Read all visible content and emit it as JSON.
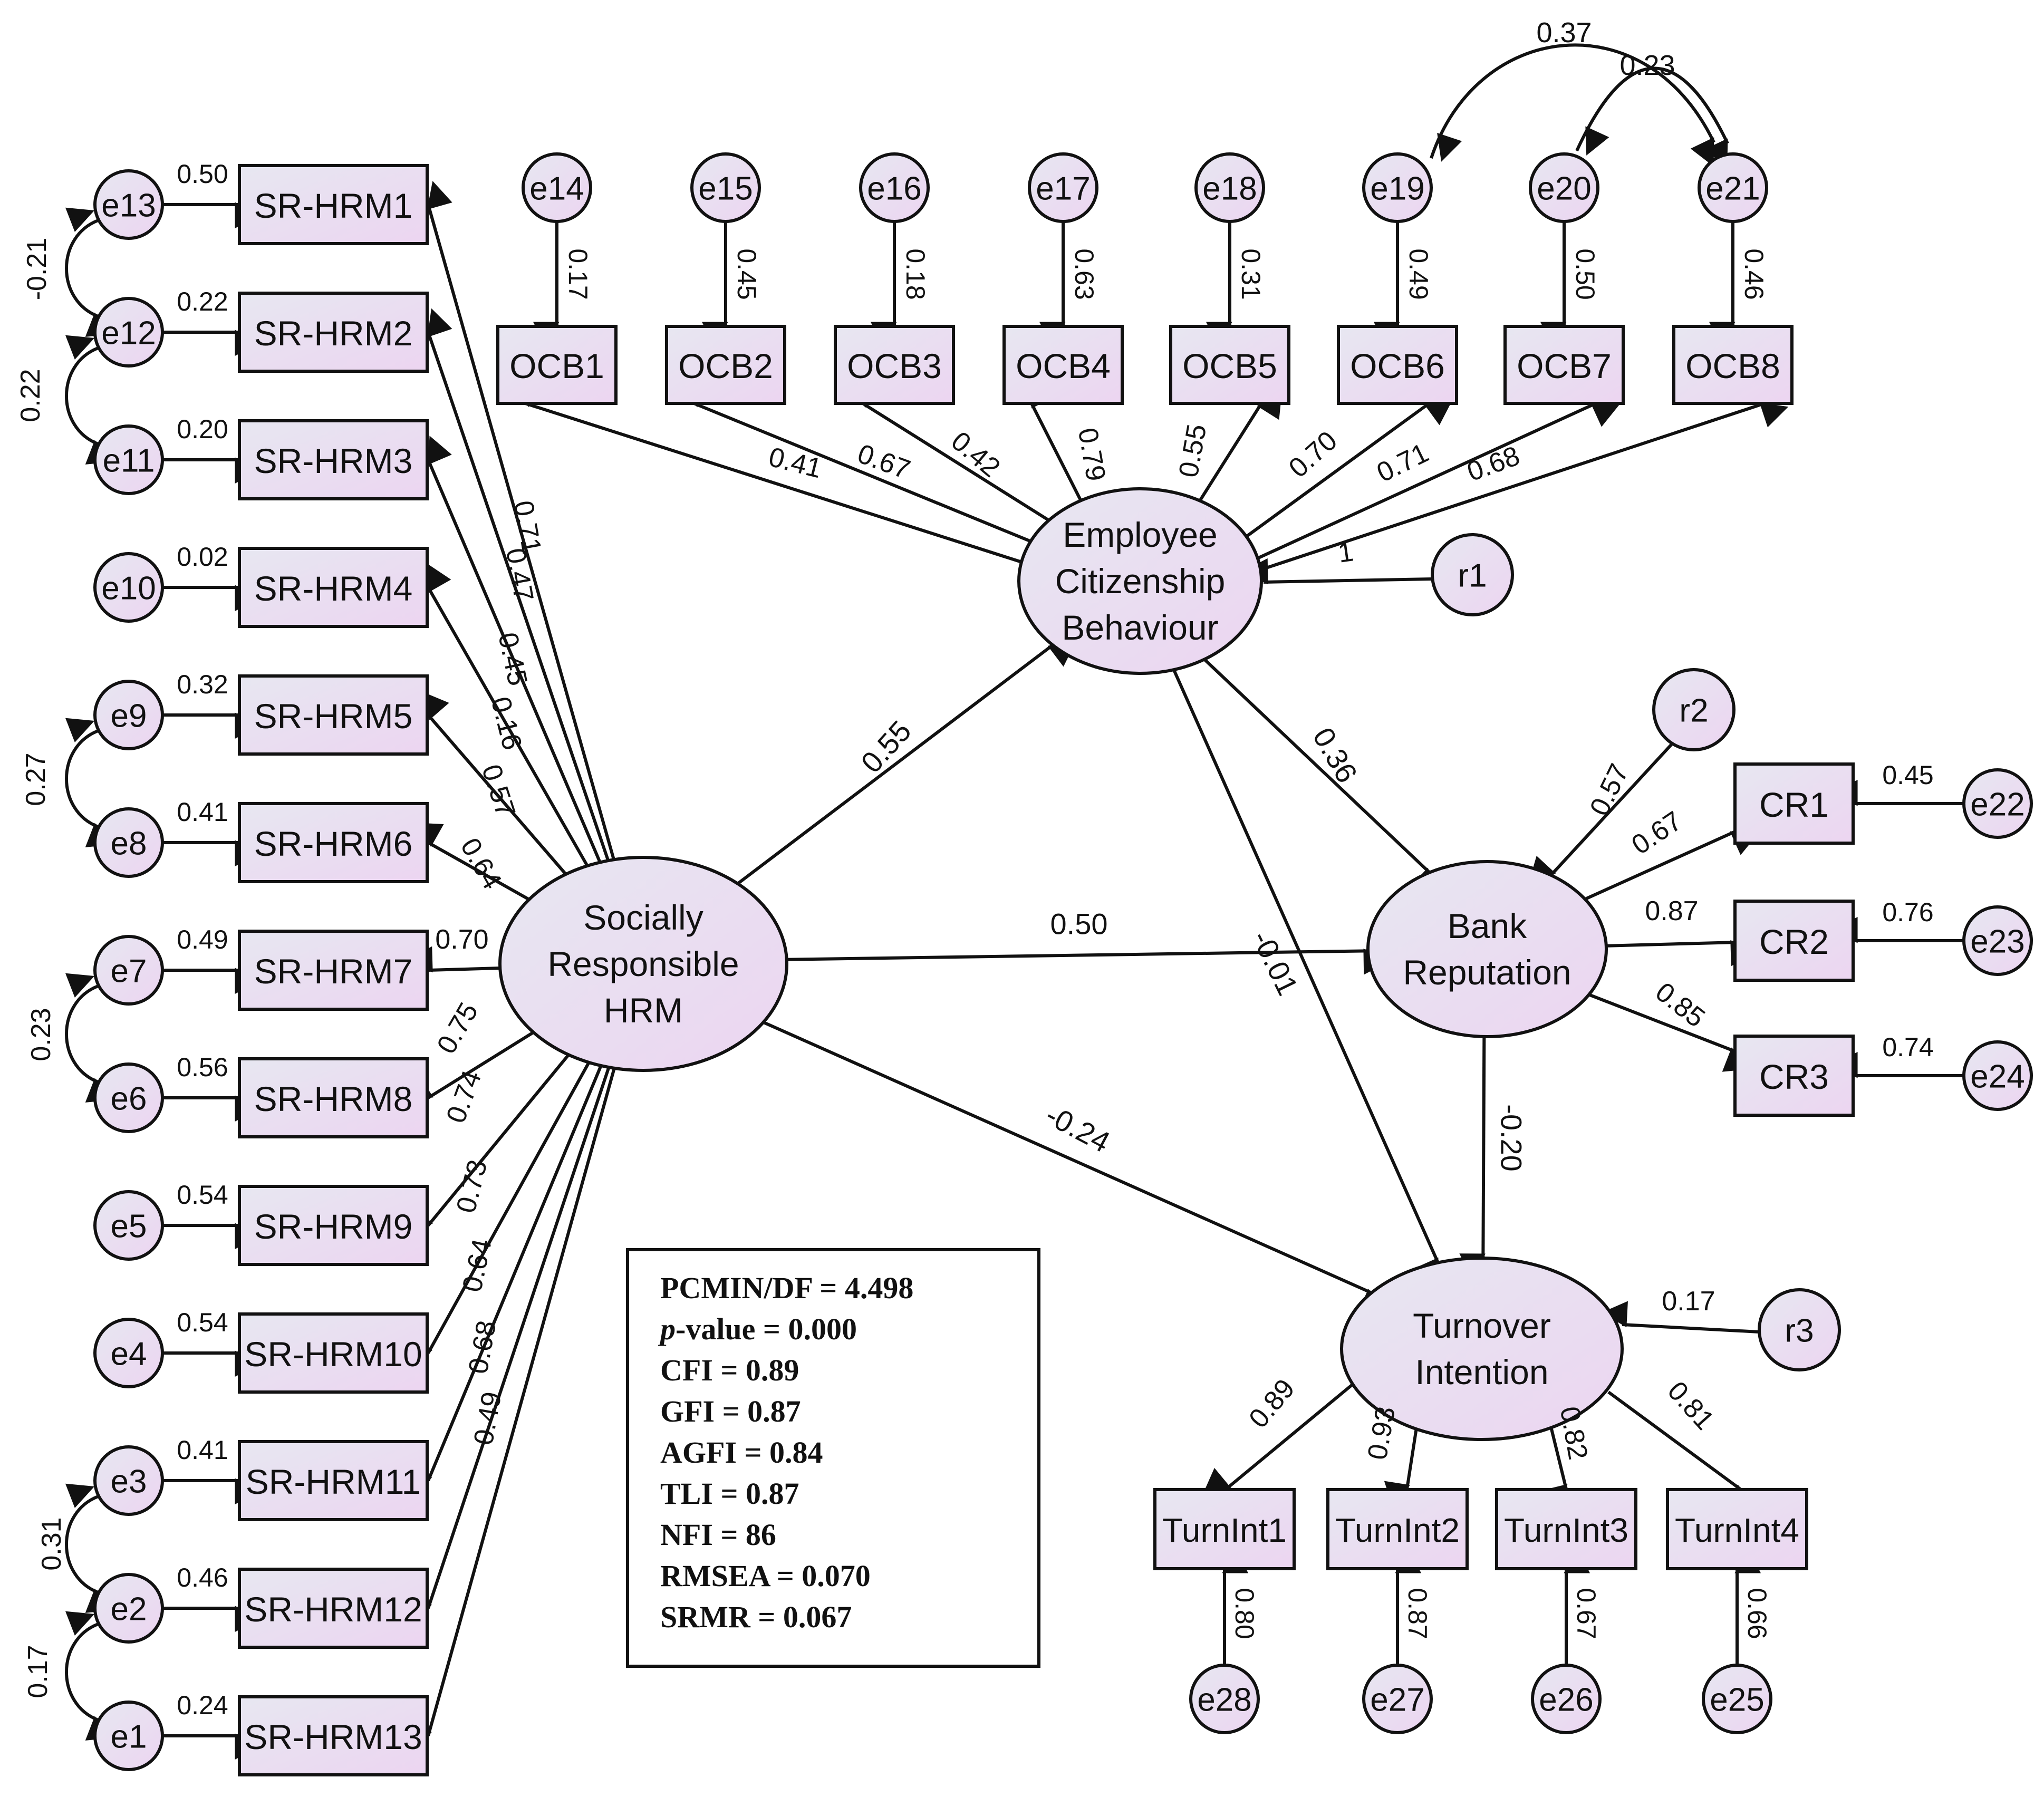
{
  "colors": {
    "node_fill_start": "#e7e7f1",
    "node_fill_end": "#ecd5f1",
    "line": "#111111",
    "background": "#ffffff"
  },
  "latent": {
    "srhrm": [
      "Socially",
      "Responsible",
      "HRM"
    ],
    "ocb": [
      "Employee",
      "Citizenship",
      "Behaviour"
    ],
    "bank": [
      "Bank",
      "Reputation"
    ],
    "turn": [
      "Turnover",
      "Intention"
    ]
  },
  "observed": {
    "srhrm": [
      "SR-HRM1",
      "SR-HRM2",
      "SR-HRM3",
      "SR-HRM4",
      "SR-HRM5",
      "SR-HRM6",
      "SR-HRM7",
      "SR-HRM8",
      "SR-HRM9",
      "SR-HRM10",
      "SR-HRM11",
      "SR-HRM12",
      "SR-HRM13"
    ],
    "ocb": [
      "OCB1",
      "OCB2",
      "OCB3",
      "OCB4",
      "OCB5",
      "OCB6",
      "OCB7",
      "OCB8"
    ],
    "cr": [
      "CR1",
      "CR2",
      "CR3"
    ],
    "turn": [
      "TurnInt1",
      "TurnInt2",
      "TurnInt3",
      "TurnInt4"
    ]
  },
  "errors": {
    "srhrm": [
      "e13",
      "e12",
      "e11",
      "e10",
      "e9",
      "e8",
      "e7",
      "e6",
      "e5",
      "e4",
      "e3",
      "e2",
      "e1"
    ],
    "ocb": [
      "e14",
      "e15",
      "e16",
      "e17",
      "e18",
      "e19",
      "e20",
      "e21"
    ],
    "cr": [
      "e22",
      "e23",
      "e24"
    ],
    "turn": [
      "e28",
      "e27",
      "e26",
      "e25"
    ]
  },
  "residuals": {
    "r1": "r1",
    "r2": "r2",
    "r3": "r3"
  },
  "r2_values": {
    "srhrm": [
      "0.50",
      "0.22",
      "0.20",
      "0.02",
      "0.32",
      "0.41",
      "0.49",
      "0.56",
      "0.54",
      "0.54",
      "0.41",
      "0.46",
      "0.24"
    ],
    "ocb": [
      "0.17",
      "0.45",
      "0.18",
      "0.63",
      "0.31",
      "0.49",
      "0.50",
      "0.46"
    ],
    "cr": [
      "0.45",
      "0.76",
      "0.74"
    ],
    "turn": [
      "0.80",
      "0.87",
      "0.67",
      "0.66"
    ]
  },
  "loadings": {
    "srhrm": [
      "0.71",
      "0.47",
      "0.45",
      "0.16",
      "0.57",
      "0.64",
      "0.70",
      "0.75",
      "0.74",
      "0.73",
      "0.64",
      "0.68",
      "0.49"
    ],
    "ocb": [
      "0.41",
      "0.67",
      "0.42",
      "0.79",
      "0.55",
      "0.70",
      "0.71",
      "0.68"
    ],
    "cr": [
      "0.67",
      "0.87",
      "0.85"
    ],
    "turn": [
      "0.89",
      "0.93",
      "0.82",
      "0.81"
    ]
  },
  "covariances": {
    "e13_e12": "-0.21",
    "e12_e11": "0.22",
    "e9_e8": "0.27",
    "e7_e6": "0.23",
    "e3_e2": "0.31",
    "e2_e1": "0.17",
    "e19_e21": "0.37",
    "e20_e21": "0.23"
  },
  "paths": {
    "srhrm_ocb": "0.55",
    "srhrm_bank": "0.50",
    "srhrm_turn": "-0.24",
    "ocb_bank": "0.36",
    "ocb_turn": "-0.01",
    "bank_turn": "-0.20",
    "r1_ocb": "1",
    "r2_bank": "0.57",
    "r3_turn": "0.17"
  },
  "fit": {
    "pcmin_df": "PCMIN/DF = 4.498",
    "p_label": "p",
    "p_rest": "-value = 0.000",
    "cfi": "CFI = 0.89",
    "gfi": "GFI = 0.87",
    "agfi": "AGFI = 0.84",
    "tli": "TLI = 0.87",
    "nfi": "NFI = 86",
    "rmsea": "RMSEA = 0.070",
    "srmr": "SRMR = 0.067"
  }
}
